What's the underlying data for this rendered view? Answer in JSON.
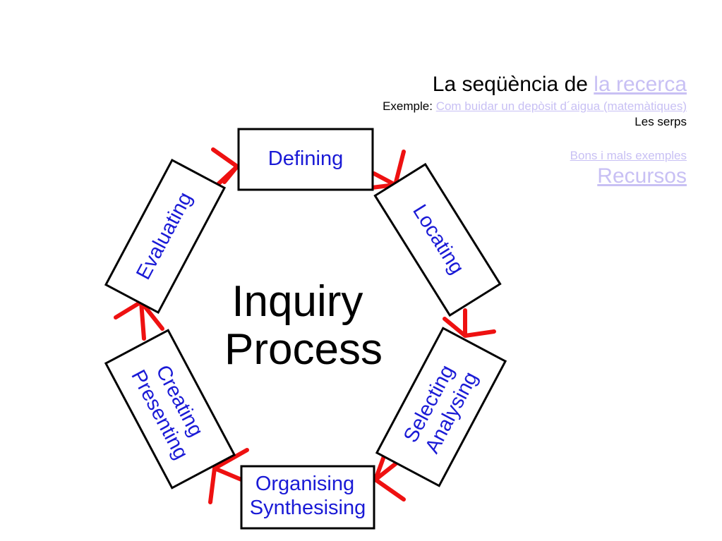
{
  "header": {
    "title_prefix": "La seqüència de ",
    "title_link": "la recerca",
    "example_prefix": "Exemple: ",
    "example_link": "Com buidar un depòsit d´aigua (matemàtiques)",
    "serps": "Les serps",
    "bons_link": "Bons i mals exemples",
    "recursos_link": "Recursos"
  },
  "diagram": {
    "center": [
      "Inquiry",
      "Process"
    ],
    "stages": [
      {
        "id": "defining",
        "lines": [
          "Defining"
        ]
      },
      {
        "id": "locating",
        "lines": [
          "Locating"
        ]
      },
      {
        "id": "selecting-analysing",
        "lines": [
          "Selecting",
          "Analysing"
        ]
      },
      {
        "id": "organising-synthesising",
        "lines": [
          "Organising",
          "Synthesising"
        ]
      },
      {
        "id": "creating-presenting",
        "lines": [
          "Creating",
          "Presenting"
        ]
      },
      {
        "id": "evaluating",
        "lines": [
          "Evaluating"
        ]
      }
    ],
    "colors": {
      "box_text": "#1a1ad6",
      "arrow": "#ee1111",
      "box_border": "#000000"
    }
  }
}
